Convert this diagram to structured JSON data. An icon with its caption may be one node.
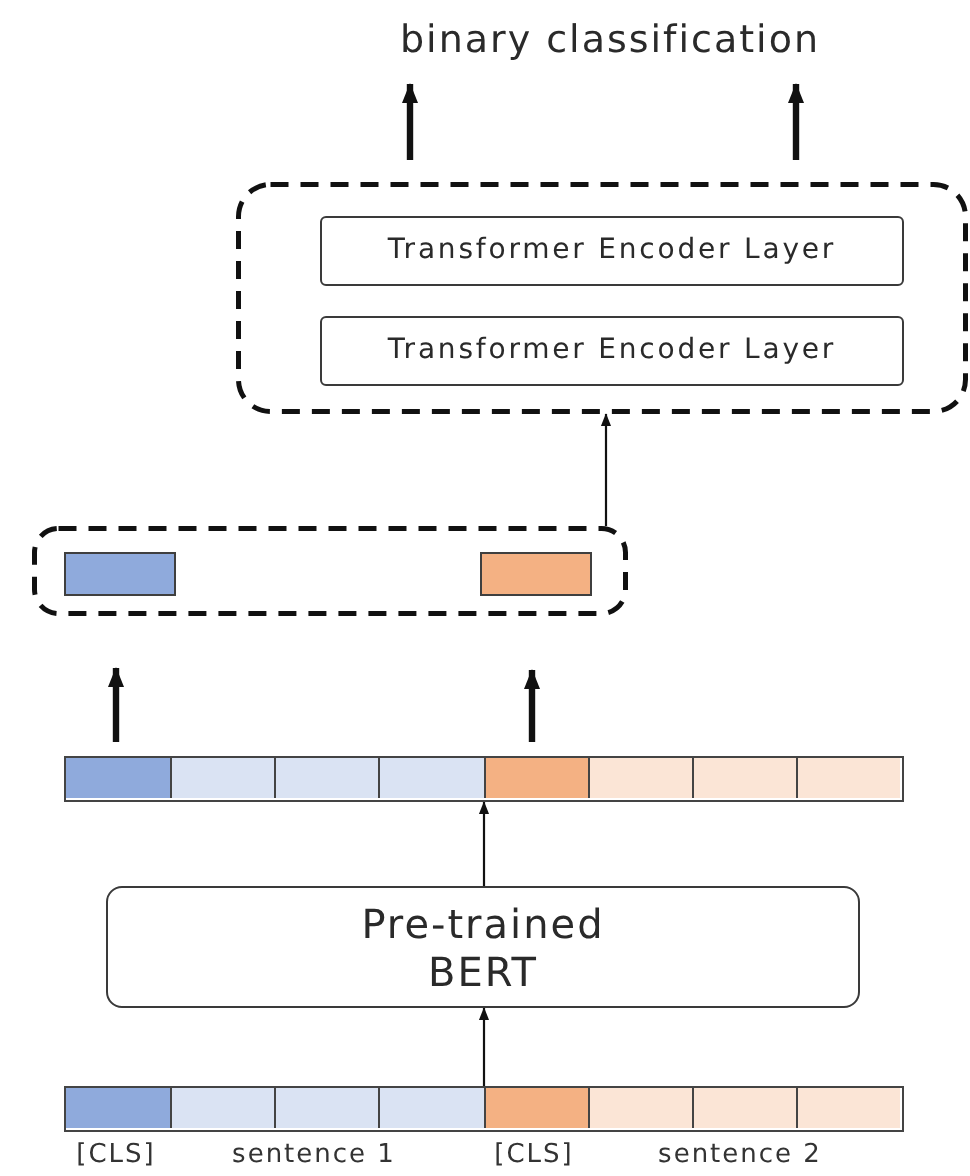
{
  "diagram": {
    "nodes": [
      {
        "text": [
          "binary classification"
        ]
      },
      {
        "text": [],
        "shape": "box"
      },
      {
        "text": [
          "Transformer Encoder Layer"
        ],
        "in": 1
      },
      {
        "text": [
          "Transformer Encoder Layer"
        ],
        "in": 1
      },
      {
        "text": [],
        "shape": "box"
      },
      {
        "text": [],
        "shape": "box",
        "in": 4
      },
      {
        "text": [],
        "shape": "box",
        "in": 4
      },
      {
        "text": [],
        "shape": "bar"
      },
      {
        "text": [],
        "shape": "box",
        "in": 7
      },
      {
        "text": [],
        "shape": "box",
        "in": 7
      },
      {
        "text": [],
        "shape": "box",
        "in": 7
      },
      {
        "text": [],
        "shape": "box",
        "in": 7
      },
      {
        "text": [],
        "shape": "box",
        "in": 7
      },
      {
        "text": [],
        "shape": "box",
        "in": 7
      },
      {
        "text": [],
        "shape": "box",
        "in": 7
      },
      {
        "text": [],
        "shape": "box",
        "in": 7
      },
      {
        "text": [
          "Pre-trained BERT"
        ]
      },
      {
        "text": [],
        "shape": "bar"
      },
      {
        "text": [],
        "shape": "box",
        "in": 17
      },
      {
        "text": [],
        "shape": "box",
        "in": 17
      },
      {
        "text": [],
        "shape": "box",
        "in": 17
      },
      {
        "text": [],
        "shape": "box",
        "in": 17
      },
      {
        "text": [],
        "shape": "box",
        "in": 17
      },
      {
        "text": [],
        "shape": "box",
        "in": 17
      },
      {
        "text": [],
        "shape": "box",
        "in": 17
      },
      {
        "text": [],
        "shape": "box",
        "in": 17
      }
    ],
    "edges": [
      {
        "from": 17,
        "to": 16,
        "arrow": "to"
      },
      {
        "from": 16,
        "to": 7,
        "arrow": "to"
      },
      {
        "from": 8,
        "to": 5,
        "arrow": "to"
      },
      {
        "from": 12,
        "to": 6,
        "arrow": "to"
      },
      {
        "from": 4,
        "to": 1,
        "arrow": "to"
      },
      {
        "from": 1,
        "to": 0,
        "arrow": "to"
      },
      {
        "from": 1,
        "to": 0,
        "arrow": "to"
      }
    ],
    "labels": [
      "[CLS]",
      "sentence 1",
      "[CLS]",
      "sentence 2"
    ]
  }
}
